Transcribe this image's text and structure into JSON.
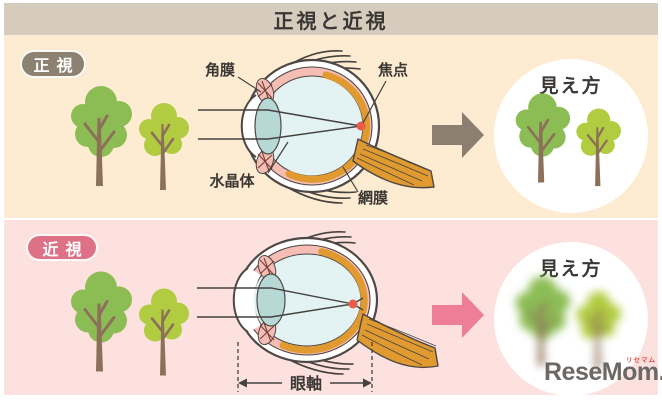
{
  "title": "正視と近視",
  "sections": {
    "normal": {
      "badge": "正視",
      "eye_labels": {
        "cornea": "角膜",
        "focal_point": "焦点",
        "lens": "水晶体",
        "retina": "網膜"
      },
      "view_title": "見え方"
    },
    "myopia": {
      "badge": "近視",
      "eye_labels": {
        "axial_length": "眼軸"
      },
      "view_title": "見え方"
    }
  },
  "logo": {
    "text": "ReseMom.",
    "ruby": "リセマム"
  },
  "colors": {
    "title_bar_bg": "#d6ccbe",
    "normal_bg": "#fdecd2",
    "myopia_bg": "#fce1de",
    "normal_badge": "#8d8171",
    "myopia_badge": "#dd7287",
    "normal_arrow": "#8c7e71",
    "myopia_arrow": "#ee7e96",
    "tree_dark_green": "#8cbd54",
    "tree_light_green": "#b2cc41",
    "trunk_brown": "#8d7059",
    "eye_outline": "#4d4845",
    "eye_pink": "#f5bdb4",
    "eye_orange": "#e09a2f",
    "eye_interior": "#e3f2f2",
    "eye_lens": "#b7d9d6",
    "ciliary_hatch": "#74413a",
    "focal_red": "#ea5c49",
    "text_dark": "#3a3734",
    "logo_gray": "#6b6865",
    "logo_red": "#e0504f",
    "circle_bg": "#ffffff"
  }
}
